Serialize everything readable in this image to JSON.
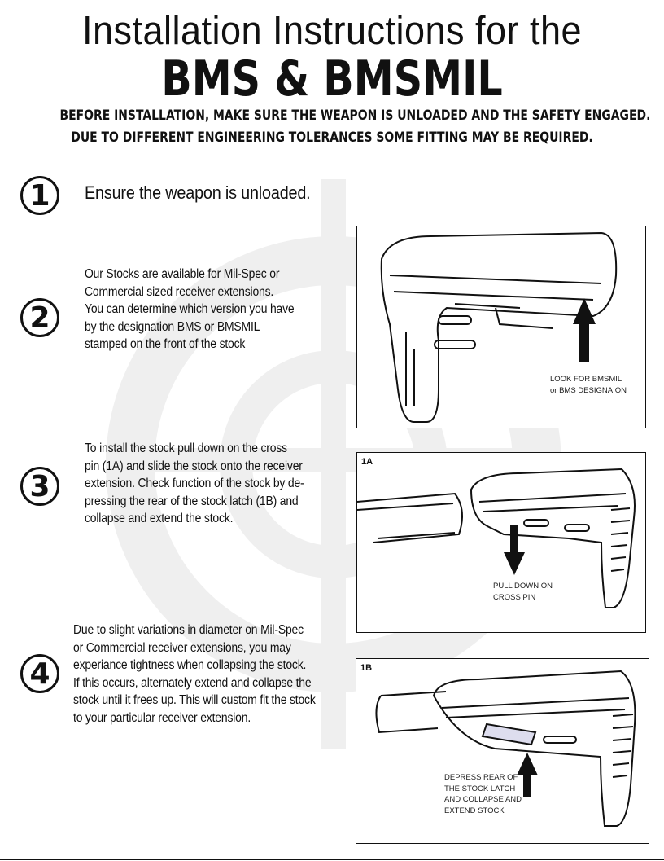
{
  "title": {
    "line1": "Installation Instructions for the",
    "line2": "BMS & BMSMIL"
  },
  "warnings": [
    "BEFORE INSTALLATION, MAKE SURE THE WEAPON IS UNLOADED AND THE SAFETY ENGAGED.",
    "DUE TO DIFFERENT ENGINEERING TOLERANCES SOME FITTING MAY BE REQUIRED."
  ],
  "steps": [
    {
      "number": "1",
      "lines": [
        "Ensure the weapon is unloaded."
      ]
    },
    {
      "number": "2",
      "lines": [
        "Our Stocks are available for Mil-Spec or",
        "Commercial sized receiver extensions.",
        "You can determine which version you have",
        "by the designation BMS or BMSMIL",
        "stamped on the front of the stock"
      ]
    },
    {
      "number": "3",
      "lines": [
        "To install the stock pull down on the cross",
        "pin (1A) and slide the stock onto the receiver",
        "extension. Check function of the stock by de-",
        "pressing the rear of the stock latch (1B) and",
        "collapse and extend the stock."
      ]
    },
    {
      "number": "4",
      "lines": [
        "Due to slight variations in diameter on Mil-Spec",
        "or Commercial receiver extensions, you may",
        "experiance tightness when collapsing the stock.",
        "If this occurs, alternately extend and collapse the",
        "stock until it frees up. This will custom fit the stock",
        "to your particular receiver extension."
      ]
    }
  ],
  "figures": [
    {
      "tag": "",
      "caption": [
        "LOOK FOR BMSMIL",
        "or BMS DESIGNAION"
      ]
    },
    {
      "tag": "1A",
      "caption": [
        "PULL DOWN ON",
        "CROSS PIN"
      ]
    },
    {
      "tag": "1B",
      "caption": [
        "DEPRESS REAR OF",
        "THE STOCK LATCH",
        "AND COLLAPSE AND",
        "EXTEND STOCK"
      ]
    }
  ]
}
